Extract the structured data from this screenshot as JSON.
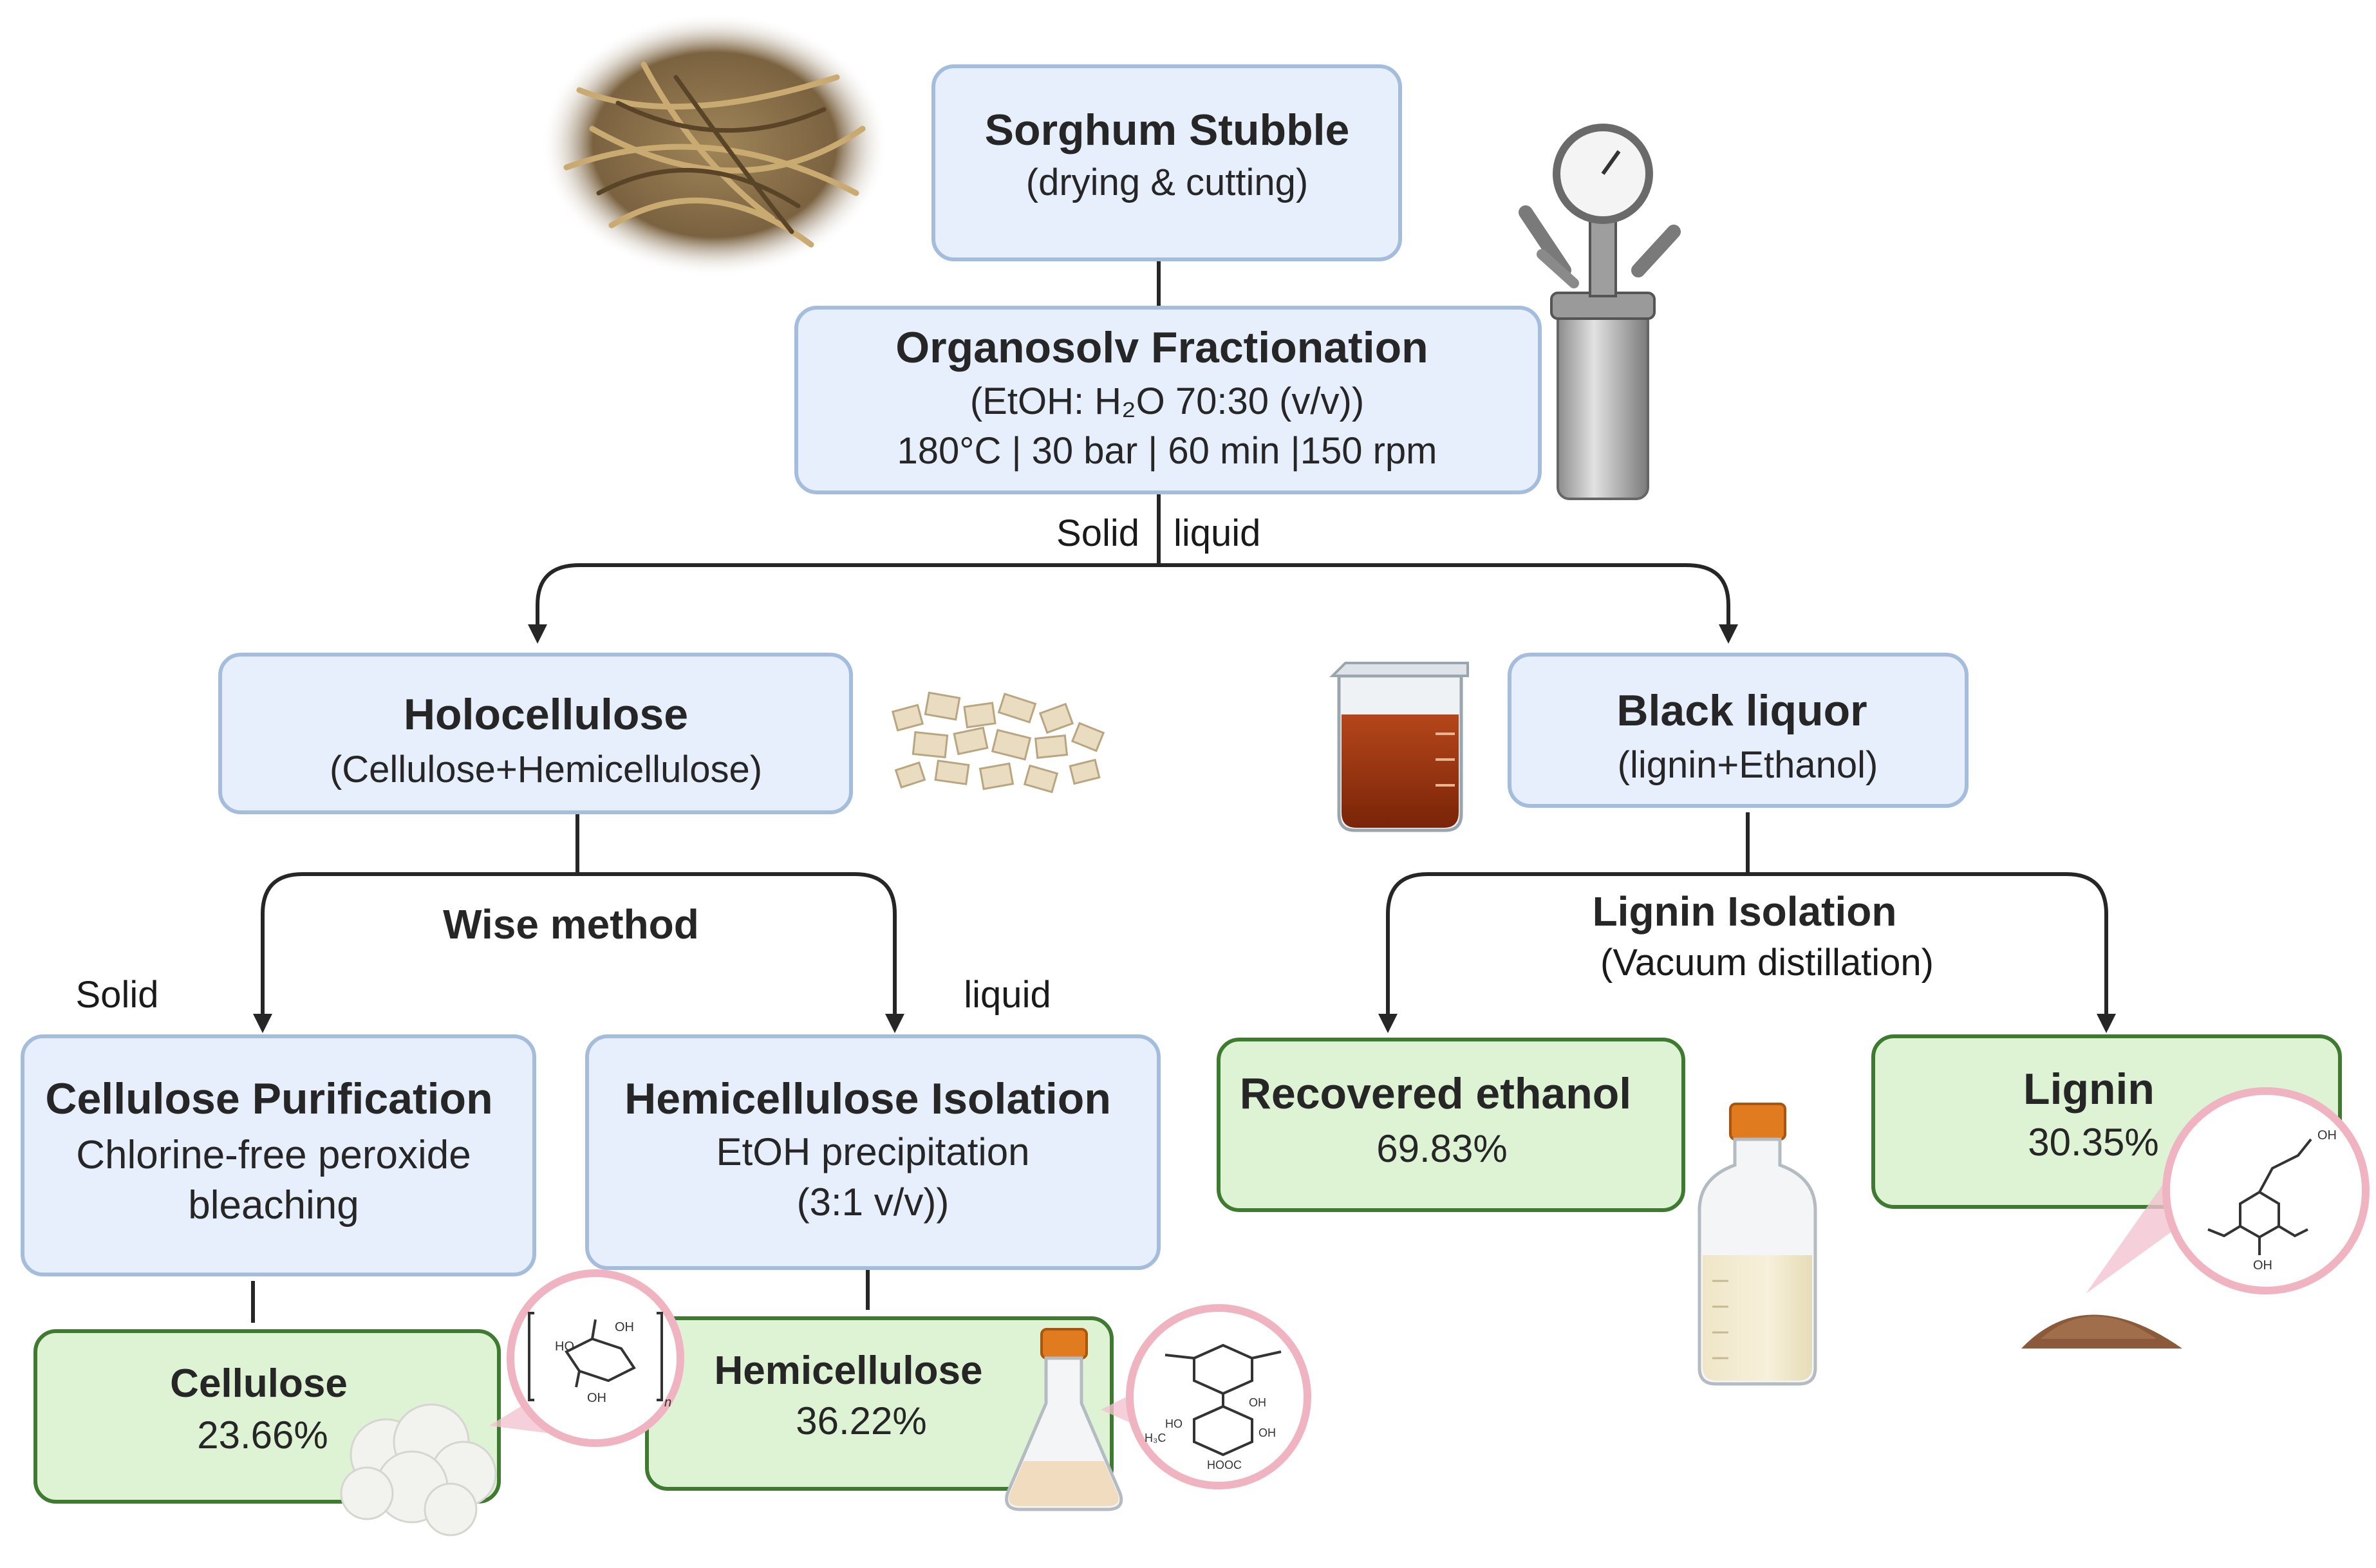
{
  "boxes": {
    "sorghum": {
      "title": "Sorghum Stubble",
      "line1": "(drying & cutting)"
    },
    "organosolv": {
      "title": "Organosolv Fractionation",
      "line1": "(EtOH: H₂O 70:30 (v/v))",
      "line2": "180°C | 30 bar | 60 min |150 rpm"
    },
    "holocellulose": {
      "title": "Holocellulose",
      "line1": "(Cellulose+Hemicellulose)"
    },
    "black_liquor": {
      "title": "Black liquor",
      "line1": "(lignin+Ethanol)"
    },
    "cellulose_purification": {
      "title": "Cellulose Purification",
      "line1": "Chlorine-free peroxide",
      "line2": "bleaching"
    },
    "hemicellulose_isolation": {
      "title": "Hemicellulose Isolation",
      "line1": "EtOH precipitation",
      "line2": "(3:1 v/v))"
    },
    "cellulose": {
      "title": "Cellulose",
      "value": "23.66%"
    },
    "hemicellulose": {
      "title": "Hemicellulose",
      "value": "36.22%"
    },
    "recovered_ethanol": {
      "title": "Recovered ethanol",
      "value": "69.83%"
    },
    "lignin": {
      "title": "Lignin",
      "value": "30.35%"
    }
  },
  "labels": {
    "solid_top": "Solid",
    "liquid_top": "liquid",
    "wise_method": "Wise method",
    "solid_left": "Solid",
    "liquid_mid": "liquid",
    "lignin_isolation": "Lignin Isolation",
    "vacuum_distillation": "(Vacuum distillation)"
  },
  "chem_labels": {
    "cellulose": [
      "HO",
      "OH",
      "OH",
      "n"
    ],
    "hemicellulose": [
      "HO",
      "OH",
      "OH",
      "H₃C",
      "HOOC"
    ],
    "lignin": [
      "OH",
      "OH"
    ]
  },
  "colors": {
    "blue_fill": "#e6effb",
    "blue_stroke": "#a5bddc",
    "green_fill": "#ddf3d4",
    "green_stroke": "#3f7a31",
    "arrow": "#262626"
  },
  "icons": [
    "sorghum-straw-photo",
    "reactor-vessel-icon",
    "wood-chips-icon",
    "beaker-liquor-icon",
    "ethanol-bottle-icon",
    "lignin-powder-icon",
    "cellulose-cotton-icon",
    "flask-hemicellulose-icon"
  ]
}
